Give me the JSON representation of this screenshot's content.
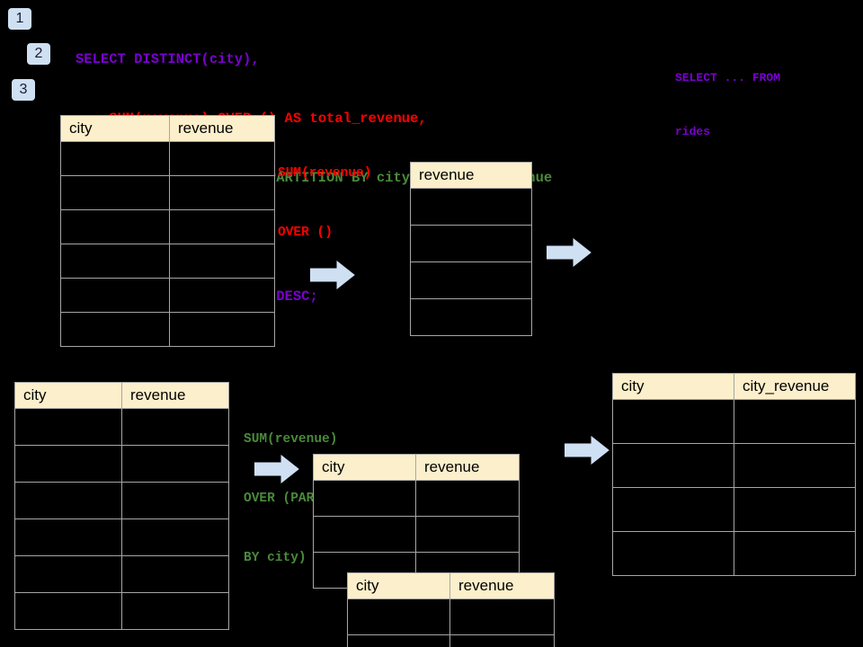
{
  "colors": {
    "background": "#000000",
    "badge_bg": "#cfe0f3",
    "header_bg": "#fcefcb",
    "cell_border": "#a6a6a6",
    "sql_purple": "#7b00d0",
    "sql_red": "#ff0000",
    "sql_green": "#4a8a3a",
    "arrow_fill": "#cfe0f3",
    "arrow_stroke": "#b7ccea"
  },
  "steps": [
    {
      "label": "1"
    },
    {
      "label": "2"
    },
    {
      "label": "3"
    }
  ],
  "sql": {
    "lines": [
      {
        "text": "SELECT DISTINCT(city),",
        "color": "#7b00d0"
      },
      {
        "text": "    SUM(revenue) OVER () AS total_revenue,",
        "color": "#ff0000"
      },
      {
        "text": "    SUM(revenue) OVER (PARTITION BY city) as city_revenue",
        "color": "#4a8a3a"
      },
      {
        "text": "  FROM rides",
        "color": "#7b00d0"
      },
      {
        "text": "  ORDER by city_revenue DESC;",
        "color": "#7b00d0"
      }
    ]
  },
  "annotations": {
    "select_from_rides": {
      "lines": [
        "SELECT ... FROM",
        "rides"
      ],
      "color": "#7b00d0"
    },
    "sum_over_empty": {
      "lines": [
        "SUM(revenue)",
        "OVER ()"
      ],
      "color": "#ff0000"
    },
    "sum_over_partition": {
      "lines": [
        "SUM(revenue)",
        "OVER (PARTITION",
        "BY city)"
      ],
      "color": "#4a8a3a"
    }
  },
  "tables": {
    "source_top": {
      "name": "rides-source-table",
      "headers": [
        "city",
        "revenue"
      ],
      "body_rows": 6
    },
    "total_revenue": {
      "name": "total-revenue-table",
      "headers": [
        "revenue"
      ],
      "body_rows": 4
    },
    "source_bottom": {
      "name": "rides-source-table-bottom",
      "headers": [
        "city",
        "revenue"
      ],
      "body_rows": 6
    },
    "partition_back": {
      "name": "partition-group-table-back",
      "headers": [
        "city",
        "revenue"
      ],
      "body_rows": 3
    },
    "partition_front": {
      "name": "partition-group-table-front",
      "headers": [
        "city",
        "revenue"
      ],
      "body_rows": 2
    },
    "result": {
      "name": "city-revenue-result-table",
      "headers": [
        "city",
        "city_revenue"
      ],
      "body_rows": 4
    }
  },
  "arrows": [
    {
      "name": "arrow-source-to-total"
    },
    {
      "name": "arrow-total-to-result"
    },
    {
      "name": "arrow-source-to-partition"
    },
    {
      "name": "arrow-partition-to-result"
    }
  ]
}
